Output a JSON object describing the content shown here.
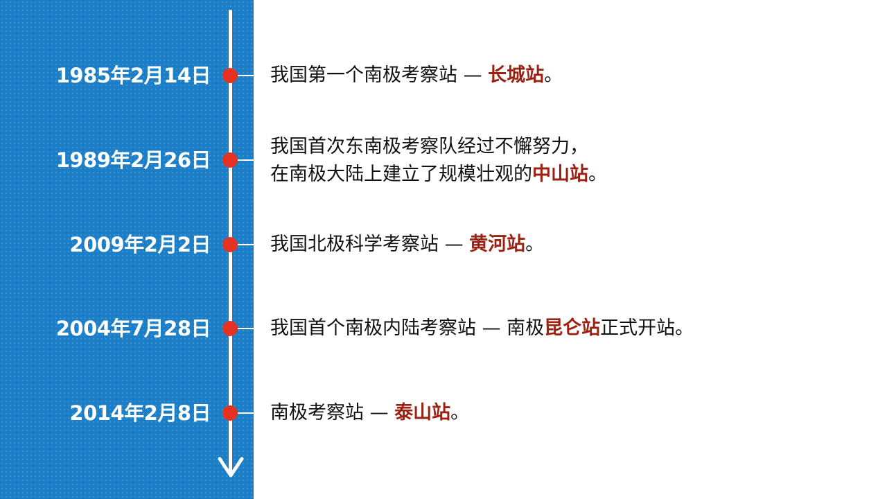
{
  "timeline": {
    "events": [
      {
        "date": "1985年2月14日",
        "text_before": "我国第一个南极考察站 — ",
        "highlight": "长城站",
        "text_after": "。"
      },
      {
        "date": "1989年2月26日",
        "line1": "我国首次东南极考察队经过不懈努力，",
        "text_before": "在南极大陆上建立了规模壮观的",
        "highlight": "中山站",
        "text_after": "。"
      },
      {
        "date": "2009年2月2日",
        "text_before": "我国北极科学考察站 — ",
        "highlight": "黄河站",
        "text_after": "。"
      },
      {
        "date": "2004年7月28日",
        "text_before": "我国首个南极内陆考察站 — 南极",
        "highlight": "昆仑站",
        "text_after": "正式开站。"
      },
      {
        "date": "2014年2月8日",
        "text_before": "南极考察站 — ",
        "highlight": "泰山站",
        "text_after": "。"
      }
    ]
  },
  "colors": {
    "panel_blue": "#1b7ec6",
    "dot_red": "#e63222",
    "highlight_red": "#9b2213"
  },
  "icons": {
    "timeline_end": "arrow-down-icon"
  }
}
